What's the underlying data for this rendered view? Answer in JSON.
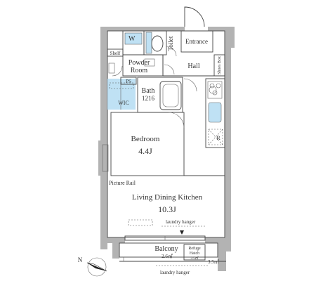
{
  "rooms": {
    "entrance": "Entrance",
    "toilet": "Toilet",
    "wm": "W",
    "shelf": "Shelf",
    "powder_room_line1": "Powder",
    "powder_room_line2": "Room",
    "hall": "Hall",
    "shoes_box": "Shoes Box",
    "ps": "PS",
    "wic": "WIC",
    "bath_line1": "Bath",
    "bath_line2": "1216",
    "bedroom": "Bedroom",
    "bedroom_size": "4.4J",
    "refrigerator": "R",
    "picture_rail": "Picture Rail",
    "ldk": "Living Dining Kitchen",
    "ldk_size": "10.3J",
    "laundry_hanger_inner": "laundry hanger",
    "balcony": "Balcony",
    "balcony_area": "2.6㎡",
    "refuge_line1": "Refuge",
    "refuge_line2": "Hatch",
    "refuge_area": "3.5㎡",
    "outside_area": "3.5㎡",
    "laundry_hanger_outer": "laundry hanger"
  },
  "compass": {
    "north_label": "N"
  },
  "colors": {
    "wall": "#b3b3b3",
    "fixture_blue": "#bfe1f4",
    "line": "#444444"
  }
}
